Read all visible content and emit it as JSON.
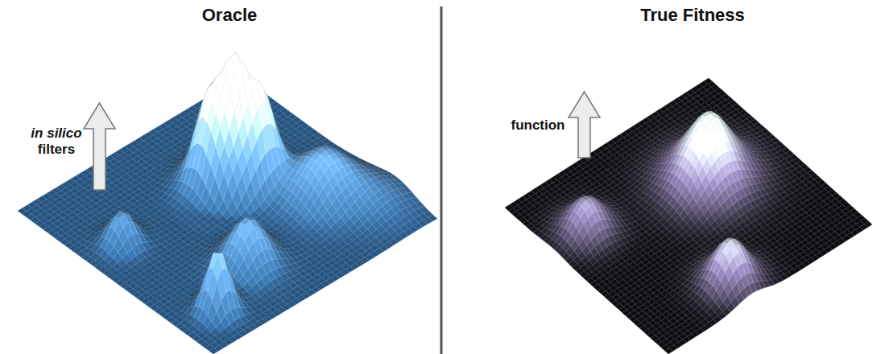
{
  "diagram": {
    "labels": [
      "Oracle",
      "in silico",
      "filters",
      "True Fitness",
      "function"
    ]
  }
}
